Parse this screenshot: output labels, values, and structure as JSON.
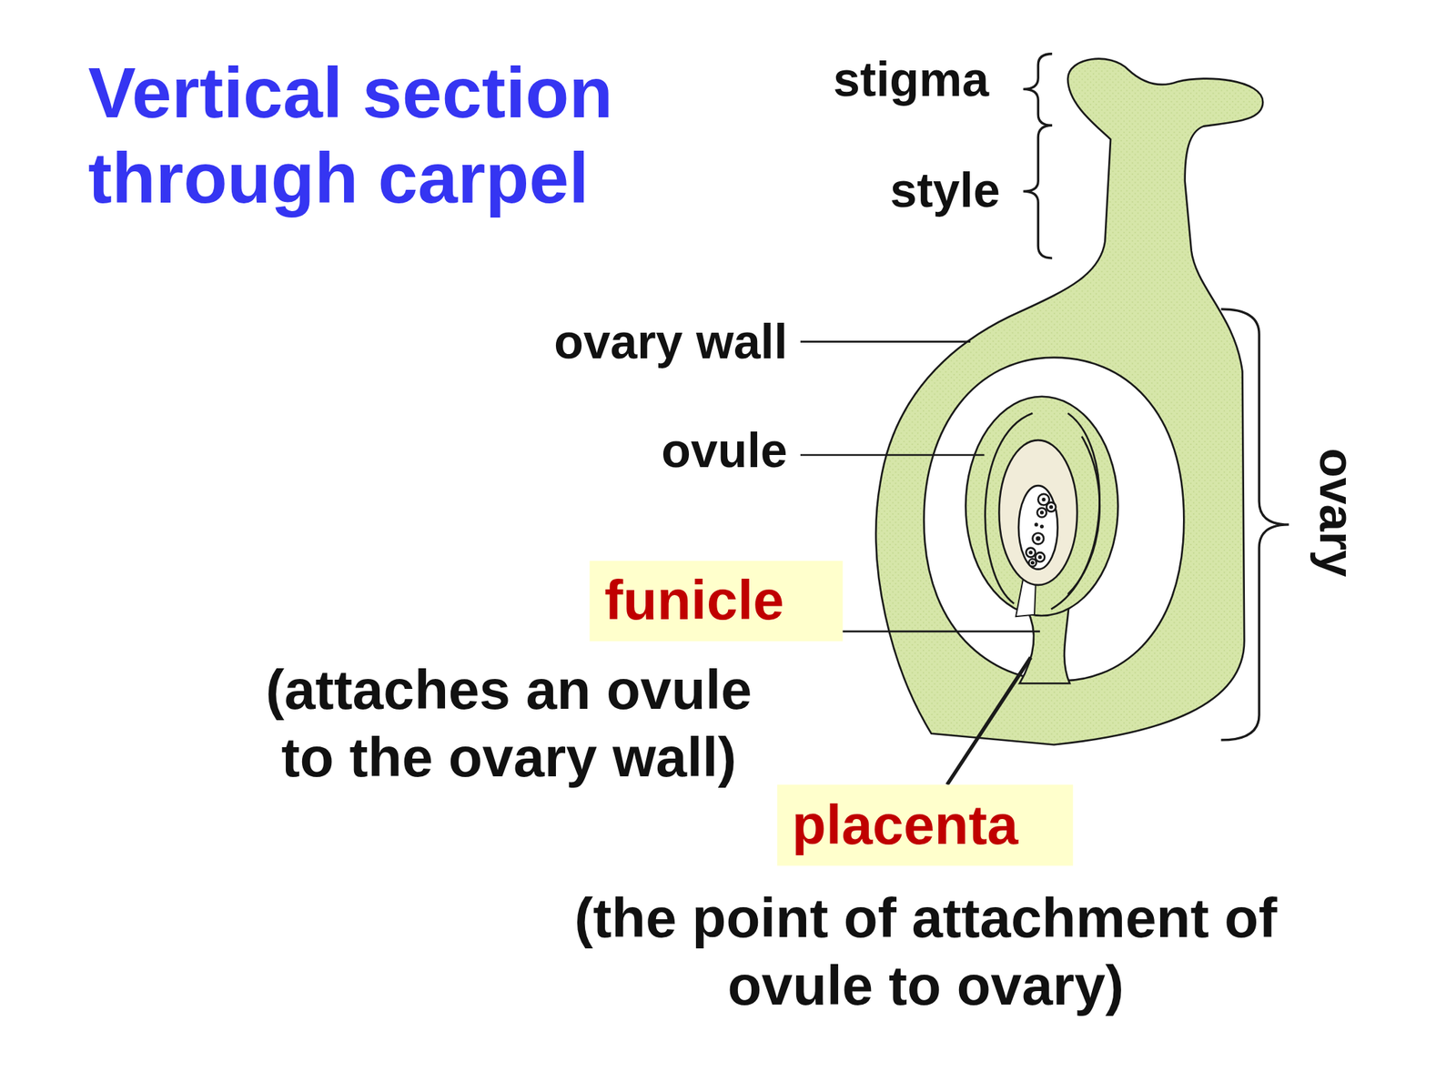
{
  "diagram": {
    "title": "Vertical section through carpel",
    "nodes": [
      {
        "text": [
          "funicle",
          "(attaches an ovule to the ovary wall)"
        ]
      },
      {
        "text": [
          "placenta",
          "(the point of attachment of ovule to ovary)"
        ]
      }
    ],
    "labels": [
      "stigma",
      "style",
      "ovary wall",
      "ovule",
      "ovary"
    ]
  }
}
